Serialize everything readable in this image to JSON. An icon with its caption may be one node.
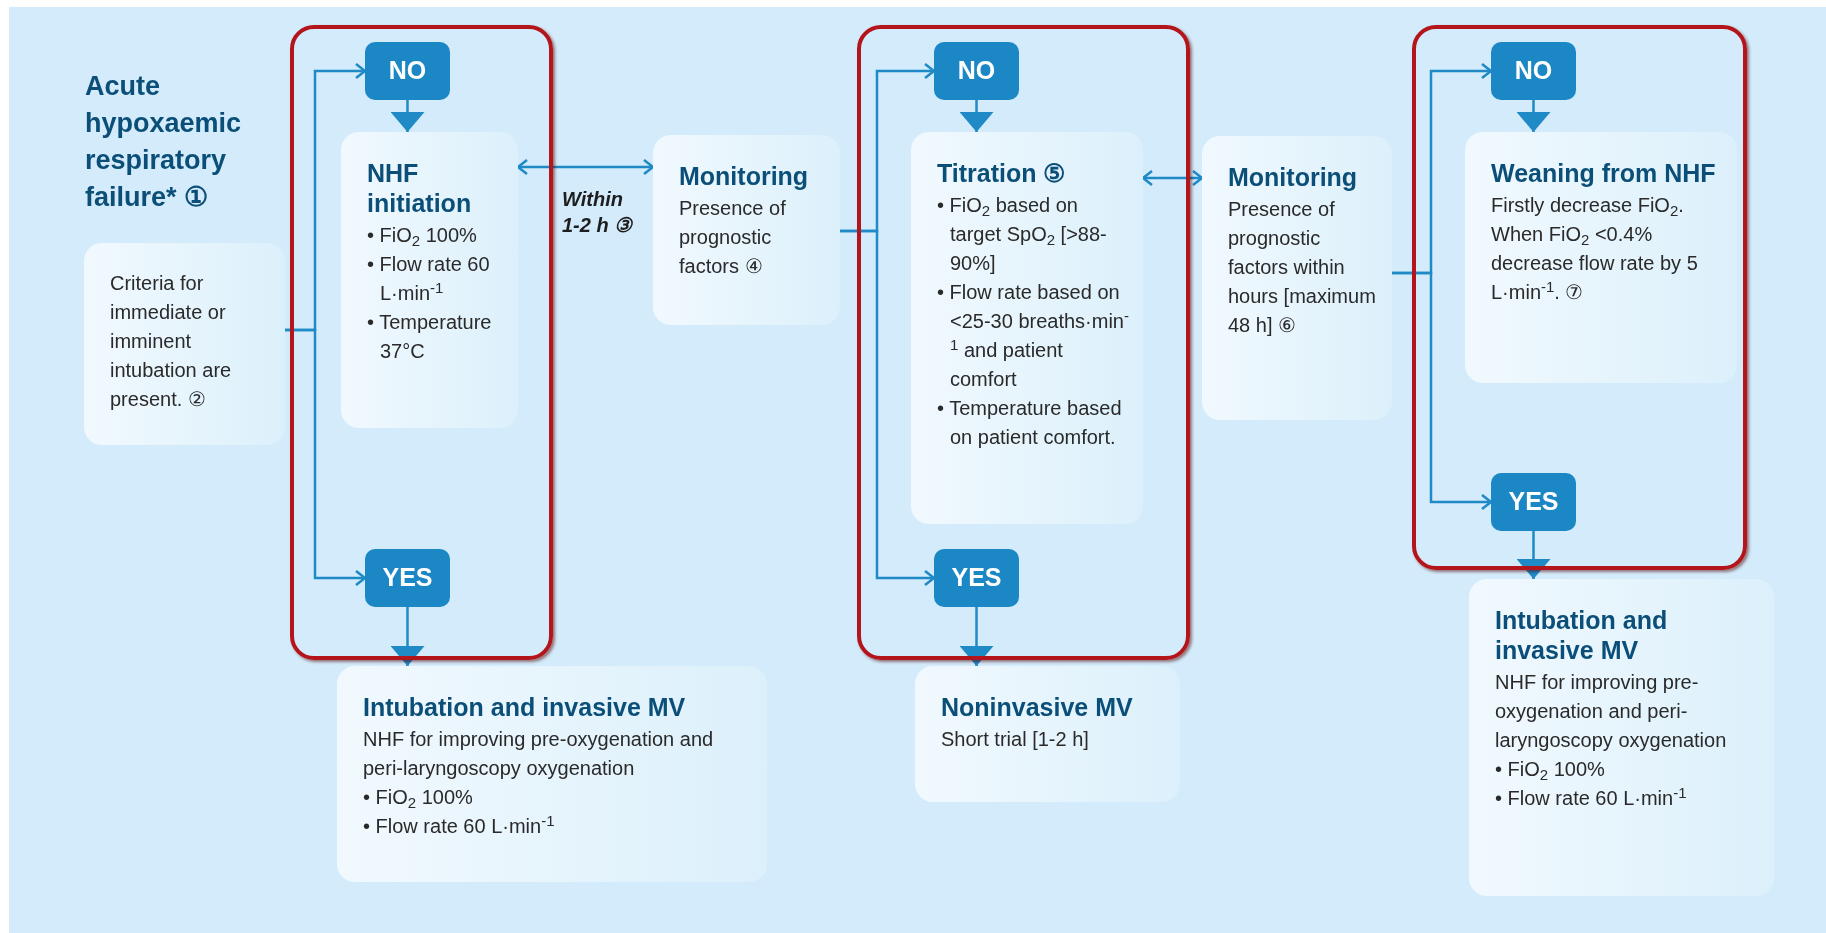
{
  "diagram": {
    "nodes": [
      {
        "text": [
          "Criteria for immediate or imminent intubation are present. ②"
        ]
      },
      {
        "text": [],
        "shape": "box"
      },
      {
        "text": [
          "NO"
        ],
        "in": 1
      },
      {
        "text": [
          "NHF initiation",
          "• FiO$_{2}$ 100%",
          "• Flow rate 60 L·min$^{-1}$",
          "• Temperature 37°C"
        ],
        "in": 1
      },
      {
        "text": [
          "YES"
        ],
        "in": 1
      },
      {
        "text": [
          "Intubation and invasive MV",
          "NHF for improving pre-oxygenation and peri-laryngoscopy oxygenation",
          "• FiO$_{2}$ 100%",
          "• Flow rate 60 L·min$^{-1}$"
        ]
      },
      {
        "text": [
          "Monitoring",
          "Presence of prognostic factors ④"
        ]
      },
      {
        "text": [],
        "shape": "box"
      },
      {
        "text": [
          "NO"
        ],
        "in": 7
      },
      {
        "text": [
          "Titration ⑤",
          "• FiO$_{2}$ based on target SpO$_{2}$ [>88- 90%]",
          "• Flow rate based on <25-30 breaths·min$^{-1}$ and patient comfort",
          "• Temperature based on patient comfort."
        ],
        "in": 7
      },
      {
        "text": [
          "YES"
        ],
        "in": 7
      },
      {
        "text": [
          "Noninvasive MV",
          "Short trial [1-2 h]"
        ]
      },
      {
        "text": [
          "Monitoring",
          "Presence of prognostic factors within hours [maximum 48 h] ⑥"
        ]
      },
      {
        "text": [],
        "shape": "box"
      },
      {
        "text": [
          "NO"
        ],
        "in": 13
      },
      {
        "text": [
          "Weaning from NHF",
          "Firstly decrease FiO$_{2}$. When FiO$_{2}$ <0.4% decrease flow rate by 5 L·min$^{-1}$. ⑦"
        ],
        "in": 13
      },
      {
        "text": [
          "YES"
        ],
        "in": 13
      },
      {
        "text": [
          "Intubation and invasive MV",
          "NHF for improving pre-oxygenation and peri-laryngoscopy oxygenation",
          "• FiO$_{2}$ 100%",
          "• Flow rate 60 L·min$^{-1}$"
        ]
      }
    ],
    "edges": [
      {
        "from": 0,
        "to": 2,
        "arrow": "to"
      },
      {
        "from": 0,
        "to": 4,
        "arrow": "to"
      },
      {
        "from": 2,
        "to": 3,
        "arrow": "to"
      },
      {
        "from": 4,
        "to": 5,
        "arrow": "to"
      },
      {
        "from": 3,
        "to": 6,
        "arrow": "both",
        "label": "Within 1-2 h ③"
      },
      {
        "from": 6,
        "to": 8,
        "arrow": "to"
      },
      {
        "from": 6,
        "to": 10,
        "arrow": "to"
      },
      {
        "from": 8,
        "to": 9,
        "arrow": "to"
      },
      {
        "from": 10,
        "to": 11,
        "arrow": "to"
      },
      {
        "from": 9,
        "to": 12,
        "arrow": "both"
      },
      {
        "from": 12,
        "to": 14,
        "arrow": "to"
      },
      {
        "from": 12,
        "to": 16,
        "arrow": "to"
      },
      {
        "from": 14,
        "to": 15,
        "arrow": "to"
      },
      {
        "from": 16,
        "to": 17,
        "arrow": "to"
      }
    ],
    "labels": [
      "Acute hypoxaemic respiratory failure* ①"
    ]
  }
}
